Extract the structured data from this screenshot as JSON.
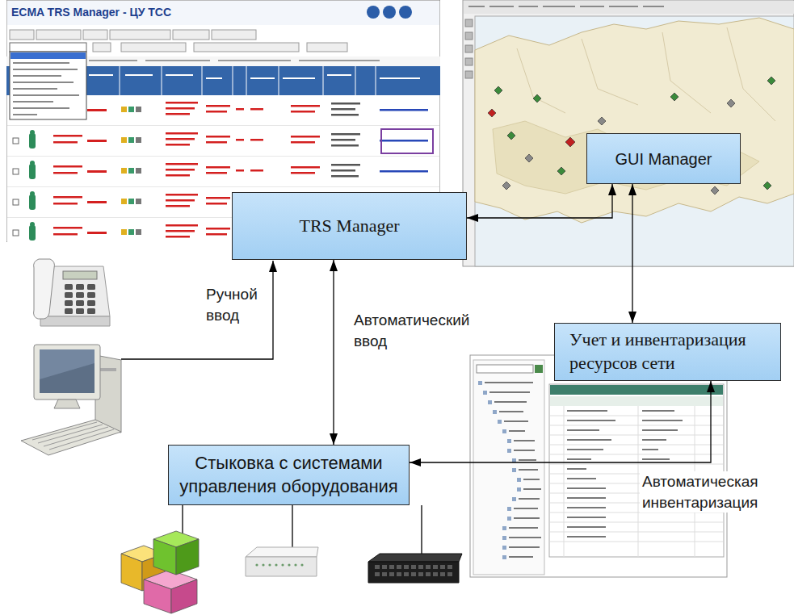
{
  "diagram": {
    "nodes": [
      {
        "text": [
          "GUI Manager"
        ]
      },
      {
        "text": [
          "TRS Manager"
        ]
      },
      {
        "text": [
          "Учет и инвентаризация ресурсов сети"
        ]
      },
      {
        "text": [
          "Стыковка с системами управления оборудования"
        ]
      }
    ],
    "edges": [
      {
        "from": 0,
        "to": 1,
        "arrow": "both"
      },
      {
        "from": 0,
        "to": 2,
        "arrow": "both"
      },
      {
        "from": 1,
        "to": 3,
        "label": "Автоматический ввод",
        "arrow": "both"
      },
      {
        "from": 2,
        "to": 3,
        "label": "Автоматическая инвентаризация",
        "arrow": "both"
      }
    ],
    "labels": [
      "ECMA TRS Manager - ЦУ ТСС",
      "Ручной ввод"
    ]
  }
}
